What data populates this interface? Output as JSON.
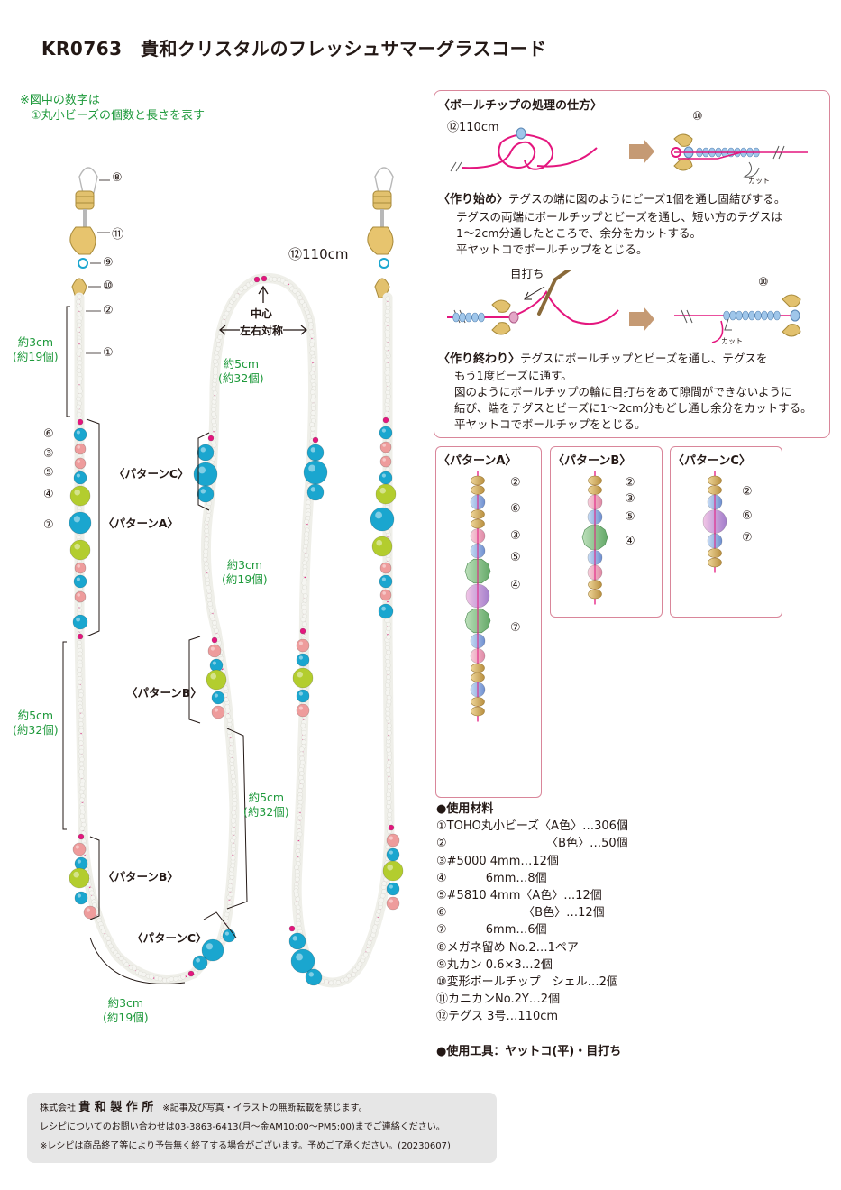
{
  "title": "KR0763　貴和クリスタルのフレッシュサマーグラスコード",
  "note": [
    "※図中の数字は",
    "①丸小ビーズの個数と長さを表す"
  ],
  "diagram": {
    "length_label": "⑫110cm",
    "center_label": "中心",
    "symmetry_label": "左右対称",
    "part_labels": [
      "⑧",
      "⑪",
      "⑨",
      "⑩",
      "②",
      "①",
      "⑥",
      "③",
      "⑤",
      "④",
      "⑦"
    ],
    "measures": [
      {
        "text": [
          "約3cm",
          "(約19個)"
        ]
      },
      {
        "text": [
          "約5cm",
          "(約32個)"
        ]
      },
      {
        "text": [
          "約5cm",
          "(約32個)"
        ]
      },
      {
        "text": [
          "約3cm",
          "(約19個)"
        ]
      },
      {
        "text": [
          "約5cm",
          "(約32個)"
        ]
      },
      {
        "text": [
          "約3cm",
          "(約19個)"
        ]
      }
    ],
    "pattern_labels": [
      "〈パターンC〉",
      "〈パターンA〉",
      "〈パターンB〉",
      "〈パターンB〉",
      "〈パターンC〉"
    ]
  },
  "instructions": {
    "heading": "〈ボールチップの処理の仕方〉",
    "teguss_label": "⑫110cm",
    "tip_label": "⑩",
    "cut_label": "カット",
    "start_title": "〈作り始め〉",
    "start_lines": [
      "テグスの端に図のようにビーズ1個を通し固結びする。",
      "テグスの両端にボールチップとビーズを通し、短い方のテグスは",
      "1〜2cm分通したところで、余分をカットする。",
      "平ヤットコでボールチップをとじる。"
    ],
    "awl_label": "目打ち",
    "end_title": "〈作り終わり〉",
    "end_lines": [
      "テグスにボールチップとビーズを通し、テグスを",
      "もう1度ビーズに通す。",
      "図のようにボールチップの輪に目打ちをあて隙間ができないように",
      "結び、端をテグスとビーズに1〜2cm分もどし通し余分をカットする。",
      "平ヤットコでボールチップをとじる。"
    ]
  },
  "patterns": {
    "a": {
      "title": "〈パターンA〉",
      "labels": [
        "②",
        "⑥",
        "③",
        "⑤",
        "④",
        "⑦"
      ]
    },
    "b": {
      "title": "〈パターンB〉",
      "labels": [
        "②",
        "③",
        "⑤",
        "④"
      ]
    },
    "c": {
      "title": "〈パターンC〉",
      "labels": [
        "②",
        "⑥",
        "⑦"
      ]
    }
  },
  "materials": {
    "title": "●使用材料",
    "items": [
      "①TOHO丸小ビーズ〈A色〉…306個",
      "②　　　　　　　　　〈B色〉…50個",
      "③#5000 4mm…12個",
      "④　　　 6mm…8個",
      "⑤#5810 4mm〈A色〉…12個",
      "⑥　　　　　　　〈B色〉…12個",
      "⑦　　　 6mm…6個",
      "⑧メガネ留め No.2…1ペア",
      "⑨丸カン 0.6×3…2個",
      "⑩変形ボールチップ　シェル…2個",
      "⑪カニカンNo.2Y…2個",
      "⑫テグス 3号…110cm"
    ],
    "tools": "●使用工具：ヤットコ(平)・目打ち"
  },
  "footer": {
    "company": "株式会社",
    "brand": "貴 和 製 作 所",
    "lines": [
      "※記事及び写真・イラストの無断転載を禁じます。",
      "レシピについてのお問い合わせは03-3863-6413(月〜金AM10:00〜PM5:00)までご連絡ください。",
      "※レシピは商品終了等により予告無く終了する場合がございます。予めご了承ください。(20230607)"
    ]
  },
  "colors": {
    "teguss": "#e4167e",
    "box_border": "#d9869a",
    "note_green": "#1f9a3c",
    "turquoise": "#1aa6cf",
    "lime": "#b3cd2e",
    "pink": "#ee9c9c",
    "gold": "#d8b96a",
    "seed": "#f2f2ee",
    "footer_bg": "#e6e6e6"
  }
}
